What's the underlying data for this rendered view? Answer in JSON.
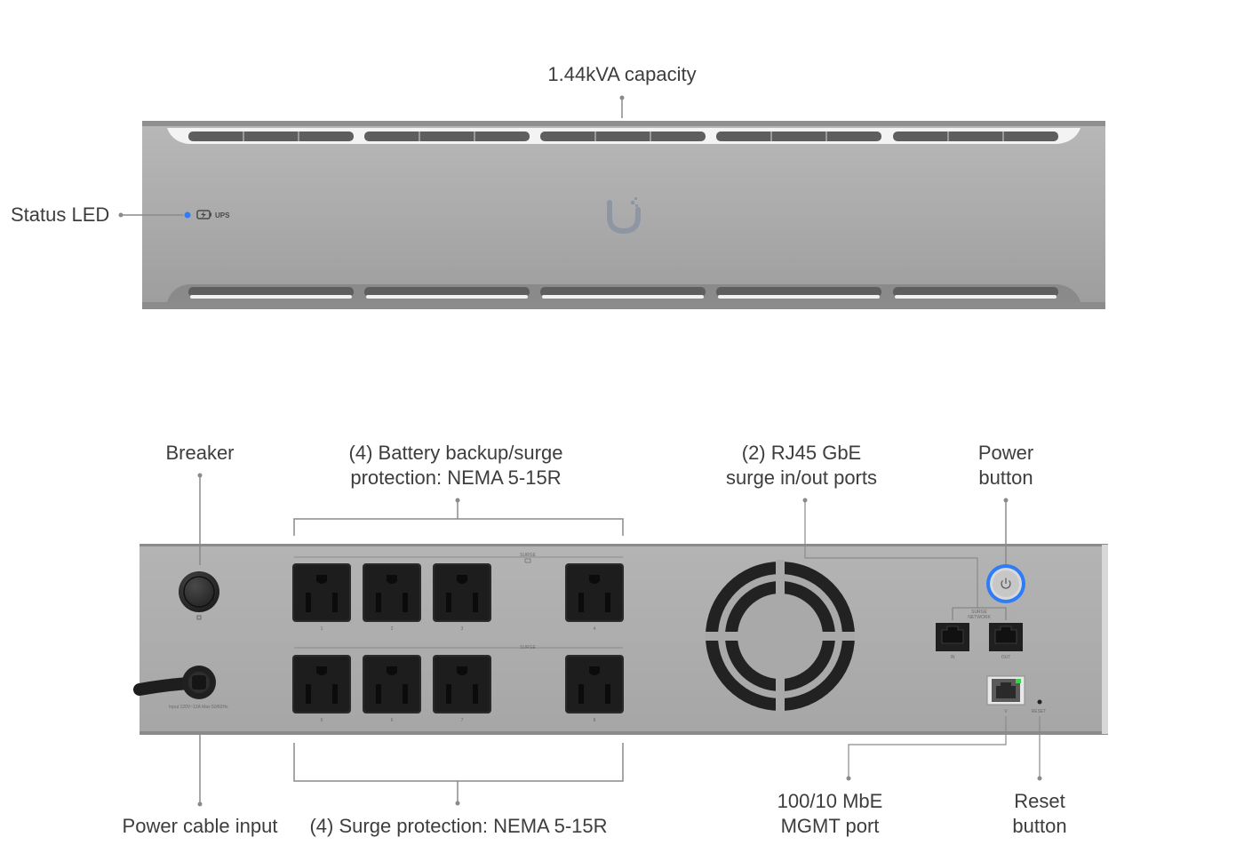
{
  "labels": {
    "capacity": "1.44kVA capacity",
    "status_led": "Status LED",
    "breaker": "Breaker",
    "battery_outlets_line1": "(4) Battery backup/surge",
    "battery_outlets_line2": "protection: NEMA 5-15R",
    "rj45_line1": "(2) RJ45 GbE",
    "rj45_line2": "surge in/out ports",
    "power_button_line1": "Power",
    "power_button_line2": "button",
    "power_cable_input": "Power cable input",
    "surge_outlets": "(4) Surge protection: NEMA 5-15R",
    "mgmt_line1": "100/10 MbE",
    "mgmt_line2": "MGMT port",
    "reset_line1": "Reset",
    "reset_line2": "button"
  },
  "front_panel": {
    "led_text": "UPS",
    "led_color": "#2f7df6"
  },
  "rear_panel": {
    "surge_battery_header": "SURGE",
    "surge_header": "SURGE",
    "network_header_line1": "SURGE",
    "network_header_line2": "NETWORK",
    "port_in": "IN",
    "port_out": "OUT",
    "reset_text": "RESET",
    "input_rating": "Input 120V~12A Max 50/60Hz",
    "outlet_numbers_top": [
      "1",
      "2",
      "3",
      "4"
    ],
    "outlet_numbers_bottom": [
      "5",
      "6",
      "7",
      "8"
    ],
    "power_ring_color": "#2f7df6",
    "mgmt_led_color": "#3ad14a"
  }
}
